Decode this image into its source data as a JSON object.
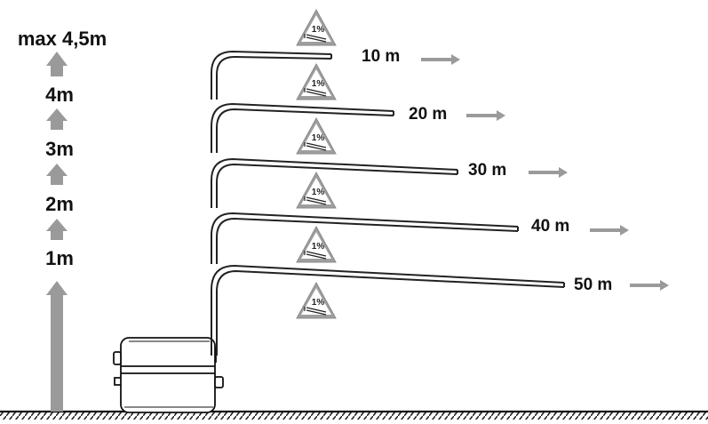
{
  "height_labels": [
    "1m",
    "2m",
    "3m",
    "4m",
    "max 4,5m"
  ],
  "distance_labels": [
    "10 m",
    "20 m",
    "30 m",
    "40 m",
    "50 m"
  ],
  "slope_label": "1%",
  "colors": {
    "arrow": "#9a9a9a",
    "pipe": "#222222",
    "sign": "#9e9e9e",
    "text": "#111111"
  }
}
